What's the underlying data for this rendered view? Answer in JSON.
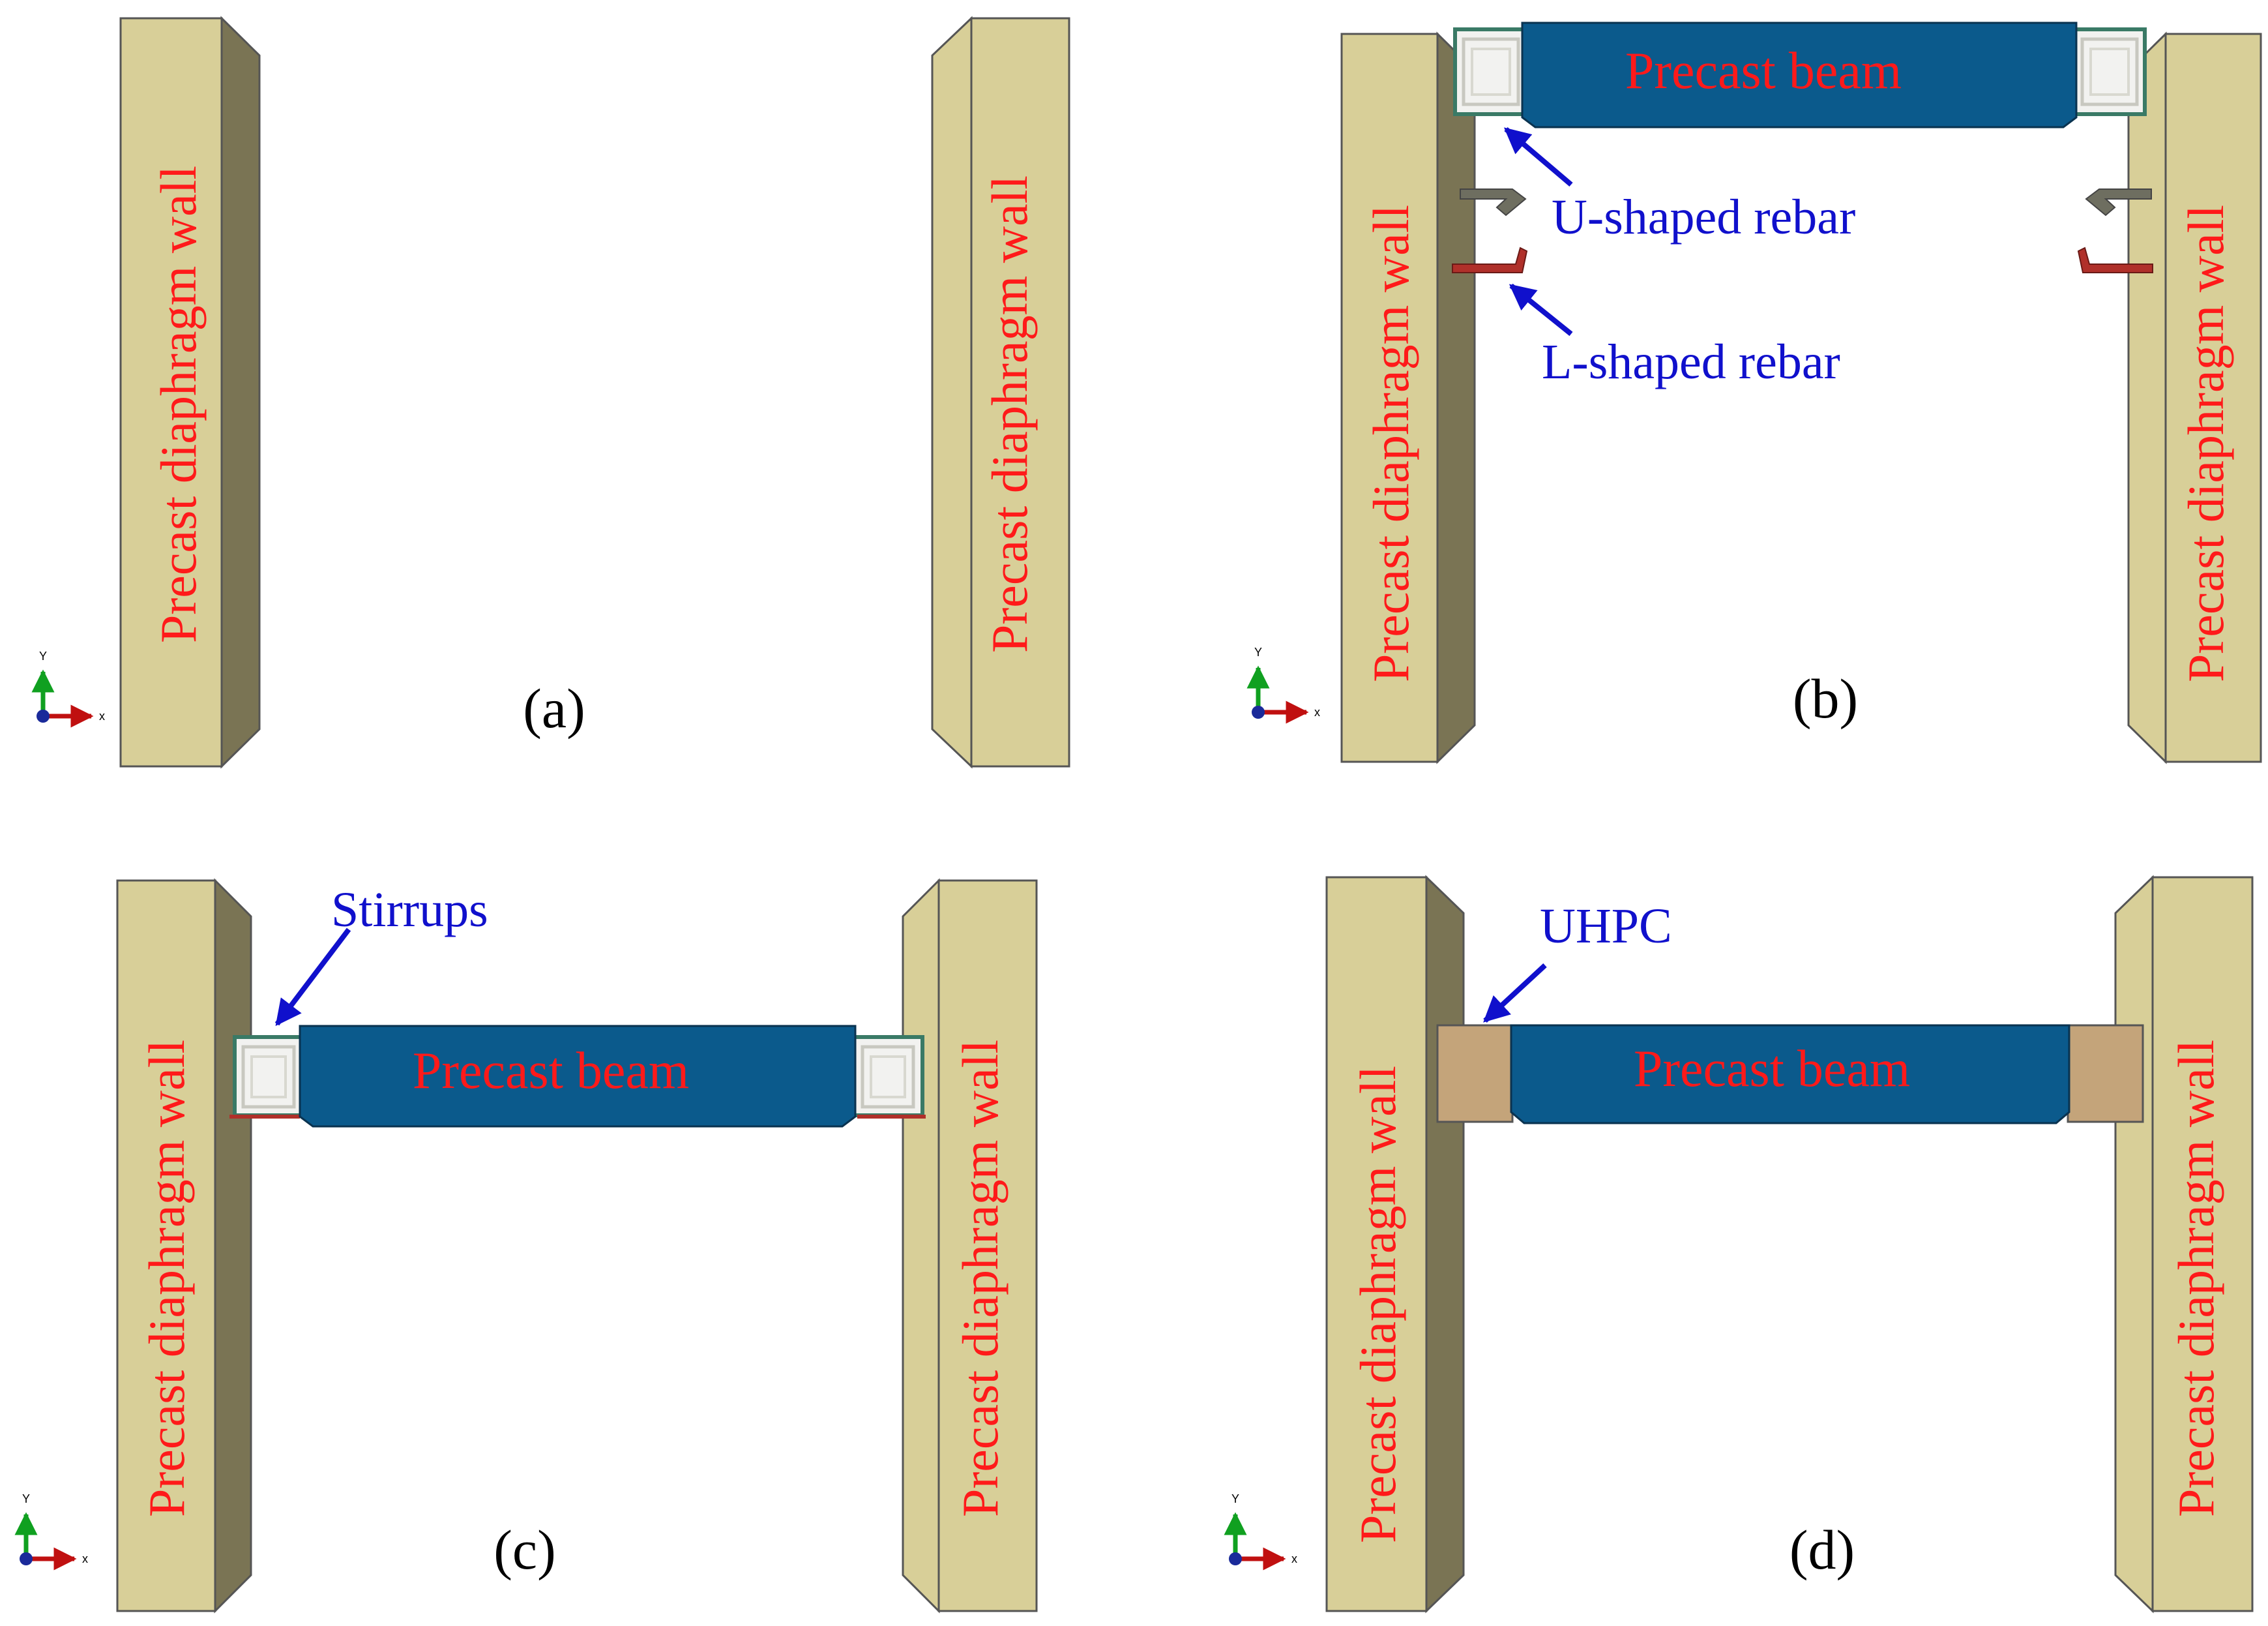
{
  "figure": {
    "wall_label": "Precast diaphragm wall",
    "beam_label": "Precast beam",
    "panels": [
      {
        "id": "a",
        "label": "(a)"
      },
      {
        "id": "b",
        "label": "(b)"
      },
      {
        "id": "c",
        "label": "(c)"
      },
      {
        "id": "d",
        "label": "(d)"
      }
    ],
    "callouts": {
      "u_rebar": "U-shaped rebar",
      "l_rebar": "L-shaped rebar",
      "stirrups": "Stirrups",
      "uhpc": "UHPC"
    },
    "axes": {
      "x": "x",
      "y": "Y"
    },
    "colors": {
      "wall_face": "#d8cf98",
      "wall_side": "#7a7454",
      "beam": "#0b5a8c",
      "uhpc": "#c4a47a",
      "label_red": "#ff1a1a",
      "callout_blue": "#1010cc",
      "u_rebar": "#6e6e60",
      "l_rebar": "#b0302a",
      "stirrup": "#3a7a66"
    }
  }
}
